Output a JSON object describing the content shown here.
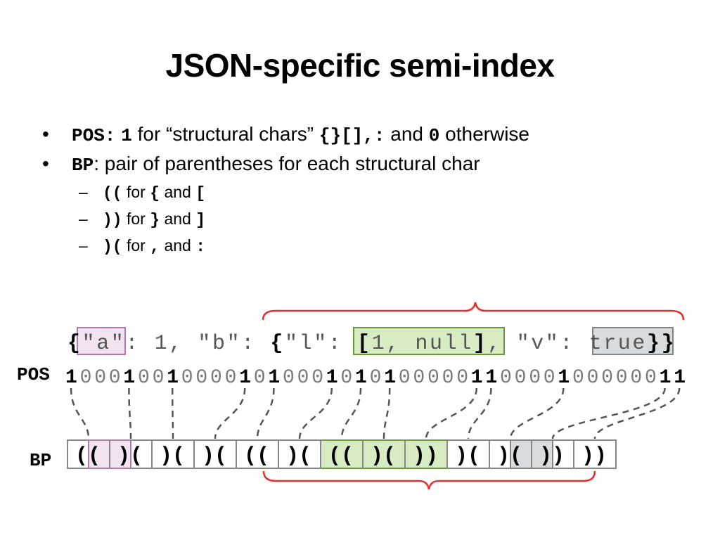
{
  "slide": {
    "title": "JSON-specific semi-index"
  },
  "bullets": {
    "pos": {
      "key": "POS:",
      "one": "1",
      "t1": "for “structural chars”",
      "chars": "{}[],:",
      "t2": "and",
      "zero": "0",
      "t3": "otherwise"
    },
    "bp": {
      "key": "BP",
      "text": ": pair of parentheses for each structural char"
    },
    "sub": [
      {
        "pair": "((",
        "for": "for",
        "a": "{",
        "and": "and",
        "b": "["
      },
      {
        "pair": "))",
        "for": "for",
        "a": "}",
        "and": "and",
        "b": "]"
      },
      {
        "pair": ")(",
        "for": "for",
        "a": ",",
        "and": "and",
        "b": ":"
      }
    ]
  },
  "diagram": {
    "json_text": "{\"a\": 1, \"b\": {\"l\": [1, null], \"v\": true}}",
    "pos_label": "POS",
    "pos_bits": "1000100100001010001010100000110000100000011",
    "bp_label": "BP",
    "bp_cells": [
      "((",
      ")(",
      ")(",
      ")(",
      "((",
      ")(",
      "((",
      ")(",
      "))",
      ")(",
      ")(",
      "))",
      "))"
    ],
    "colors": {
      "pink_fill": "#f3e3f1",
      "pink_stroke": "#b07ab0",
      "green_fill": "#d8ecc4",
      "green_stroke": "#6a9a3a",
      "gray_fill": "#d9dcdf",
      "gray_stroke": "#7f8589",
      "brace": "#e03030"
    }
  }
}
